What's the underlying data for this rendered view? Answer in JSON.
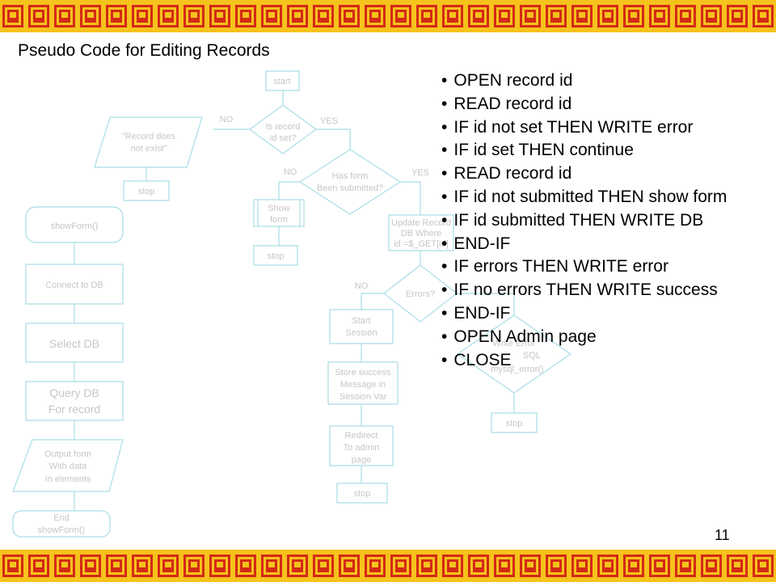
{
  "slide": {
    "title": "Pseudo Code for Editing Records",
    "page_number": "11",
    "border_color": "#f6c21c",
    "border_pattern_color": "#d42a16"
  },
  "bullets": [
    "OPEN record id",
    "READ record id",
    "IF id not set THEN WRITE error",
    "IF id set THEN continue",
    "READ record id",
    "IF id not submitted THEN show form",
    "IF id submitted THEN WRITE DB",
    "END-IF",
    "IF errors THEN WRITE error",
    "IF no errors THEN WRITE success",
    "END-IF",
    "OPEN Admin page",
    "CLOSE"
  ],
  "flowchart": {
    "start": "start",
    "is_record_set": [
      "Is record",
      "id set?"
    ],
    "no1": "NO",
    "yes1": "YES",
    "record_not_exist": [
      "\"Record does",
      "not exist\""
    ],
    "stop1": "stop",
    "has_form": [
      "Has form",
      "Been submitted?"
    ],
    "no2": "NO",
    "yes2": "YES",
    "show_form": [
      "Show",
      "form"
    ],
    "stop2": "stop",
    "update_record": [
      "Update Record",
      "DB Where",
      "id =$_GET[id]"
    ],
    "errors": "Errors?",
    "no3": "NO",
    "start_session": [
      "Start",
      "Session"
    ],
    "store_success": [
      "Store success",
      "Message in",
      "Session Var"
    ],
    "redirect": [
      "Redirect",
      "To admin",
      "page"
    ],
    "stop3": "stop",
    "write_error": [
      "Write Error",
      "SQL",
      "mysql_error()"
    ],
    "stop4": "stop",
    "showform_fn": "showForm()",
    "connect_db": "Connect to DB",
    "select_db": "Select DB",
    "query_db": [
      "Query DB",
      "For record"
    ],
    "output_form": [
      "Output form",
      "With data",
      "In elements"
    ],
    "end_showform": [
      "End",
      "showForm()"
    ]
  }
}
